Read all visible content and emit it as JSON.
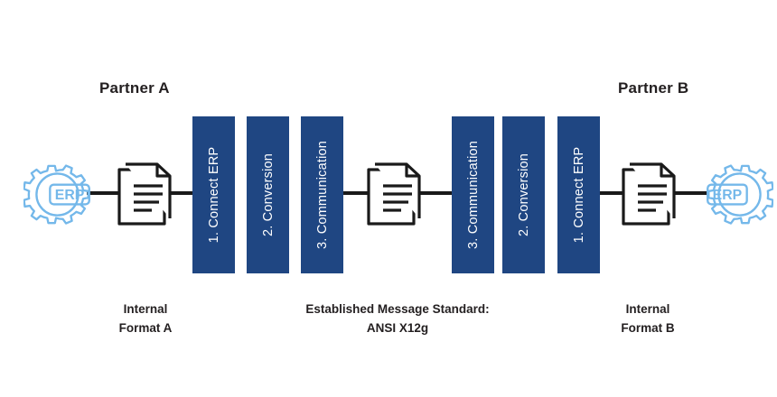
{
  "diagram": {
    "title_partner_a": "Partner A",
    "title_partner_b": "Partner B",
    "colors": {
      "bar_fill": "#1f4682",
      "bar_text": "#ffffff",
      "erp_icon": "#74b8ea",
      "line": "#1a1a1a",
      "text": "#231f20",
      "background": "#ffffff"
    },
    "erp_left_label": "ERP",
    "erp_right_label": "ERP",
    "bars_left": [
      {
        "label": "1. Connect ERP"
      },
      {
        "label": "2. Conversion"
      },
      {
        "label": "3. Communication"
      }
    ],
    "bars_right": [
      {
        "label": "3. Communication"
      },
      {
        "label": "2. Conversion"
      },
      {
        "label": "1. Connect ERP"
      }
    ],
    "captions": {
      "left_line1": "Internal",
      "left_line2": "Format A",
      "center_line1": "Established Message Standard:",
      "center_line2": "ANSI X12g",
      "right_line1": "Internal",
      "right_line2": "Format B"
    }
  }
}
